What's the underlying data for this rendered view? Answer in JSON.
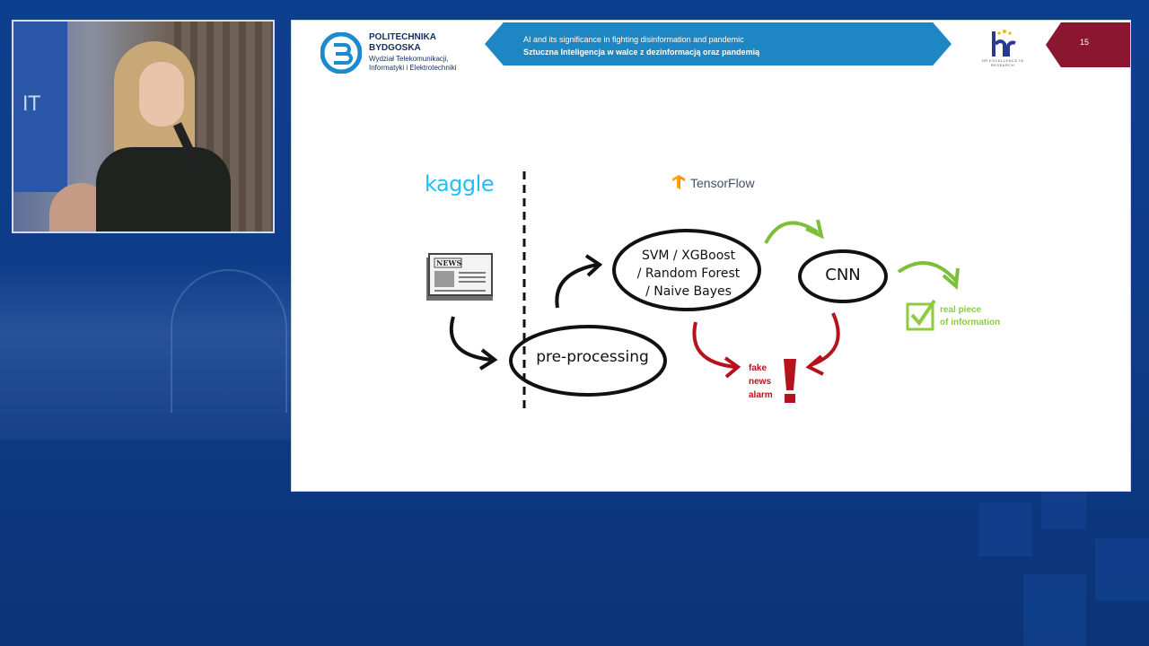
{
  "slide": {
    "university": {
      "name_line1": "POLITECHNIKA",
      "name_line2": "BYDGOSKA",
      "dept_line1": "Wydział Telekomunikacji,",
      "dept_line2": "Informatyki i Elektrotechniki"
    },
    "banner": {
      "line1": "AI and its significance in fighting disinformation and pandemic",
      "line2": "Sztuczna Inteligencja w walce z dezinformacją oraz pandemią"
    },
    "page_number": "15",
    "diagram": {
      "kaggle_label": "kaggle",
      "tensorflow_label": "TensorFlow",
      "preprocessing_label": "pre-processing",
      "models_line1": "SVM / XGBoost",
      "models_line2": "/ Random Forest",
      "models_line3": "/ Naive Bayes",
      "cnn_label": "CNN",
      "fake_line1": "fake",
      "fake_line2": "news",
      "fake_line3": "alarm",
      "real_line1": "real piece",
      "real_line2": "of information",
      "newspaper_label": "NEWS"
    }
  },
  "colors": {
    "background": "#0d3b86",
    "banner": "#1f86c4",
    "page_tab": "#8a1630",
    "kaggle": "#20beff",
    "tensorflow": "#ff8f00",
    "red_arrow": "#b5121b",
    "green_arrow": "#7cbf3a"
  },
  "icons": [
    "newspaper-icon",
    "tensorflow-icon",
    "checkbox-check-icon",
    "exclamation-icon",
    "university-logo",
    "hr-logo"
  ]
}
